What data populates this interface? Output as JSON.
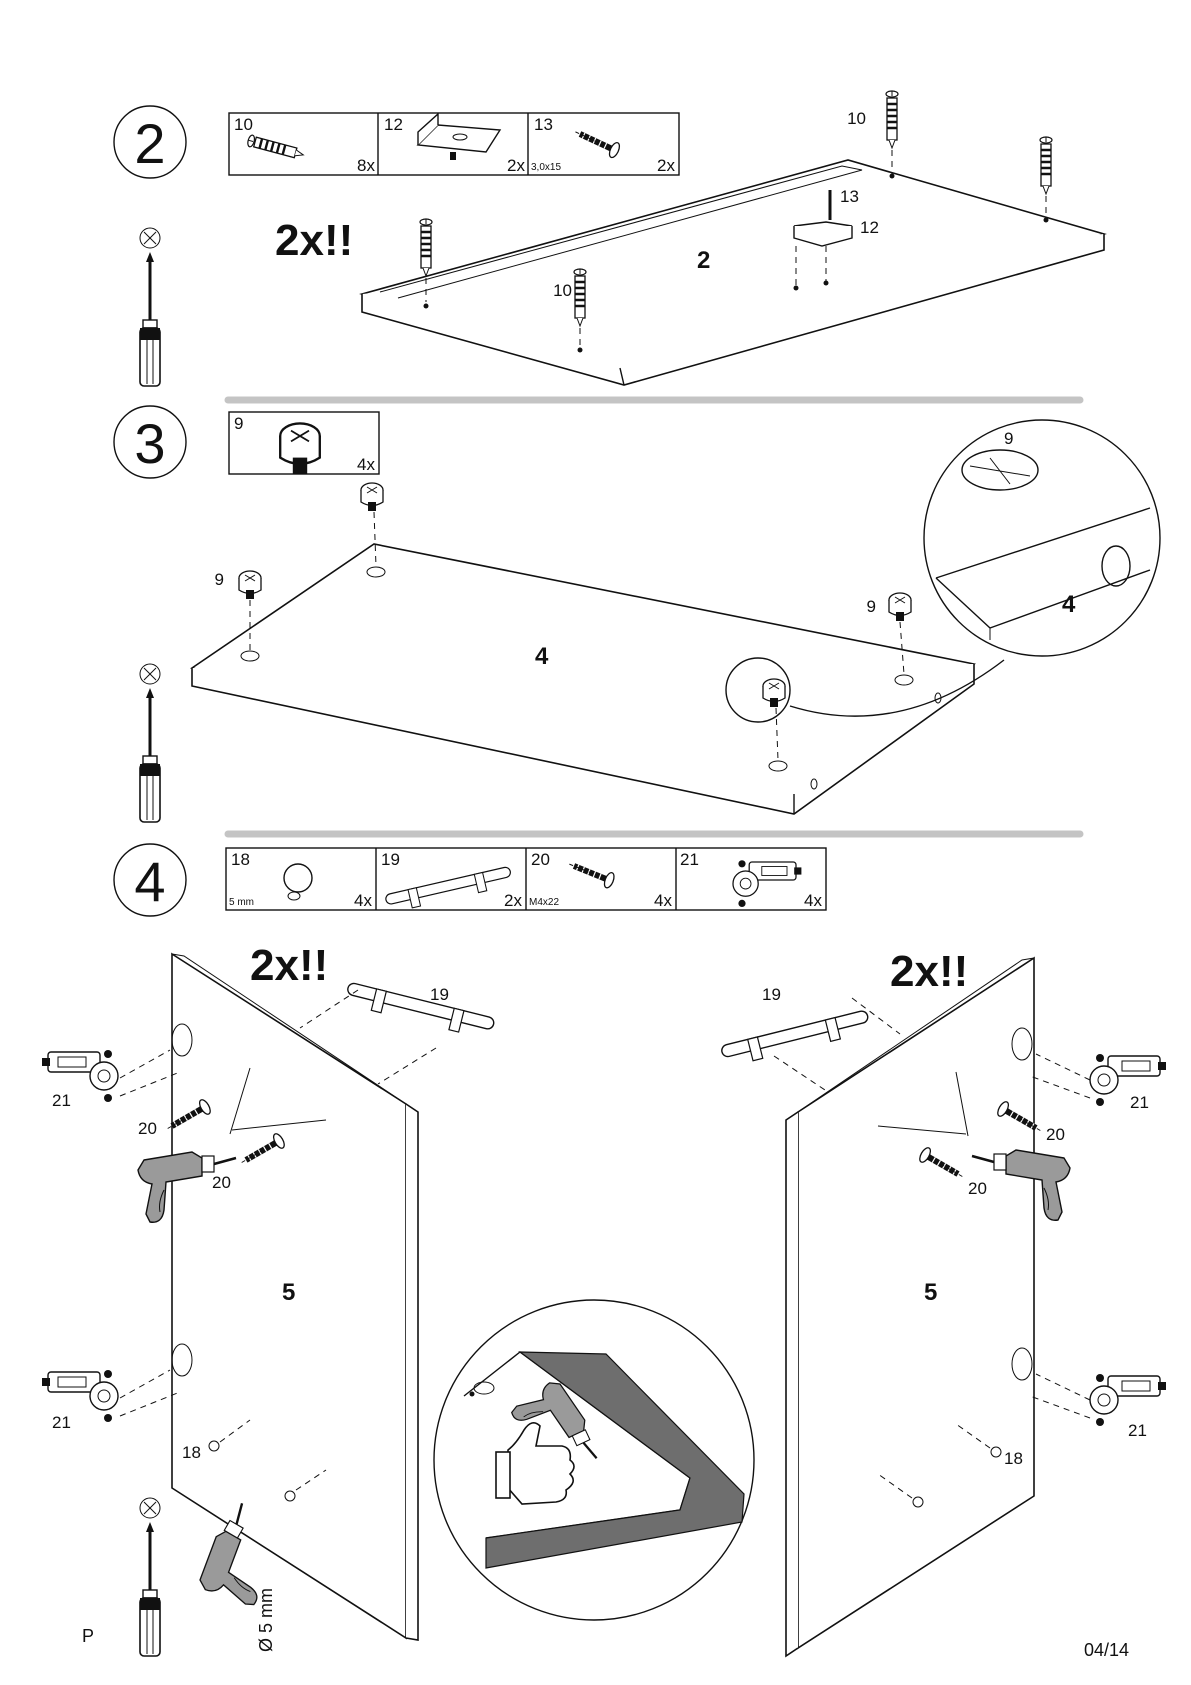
{
  "steps": [
    {
      "number": "2",
      "parts": [
        {
          "id": "10",
          "qty": "8x",
          "spec": ""
        },
        {
          "id": "12",
          "qty": "2x",
          "spec": ""
        },
        {
          "id": "13",
          "qty": "2x",
          "spec": "3,0x15"
        }
      ],
      "repeat_note": "2x!!",
      "board_label": "2",
      "callouts": [
        "10",
        "10",
        "13",
        "12"
      ]
    },
    {
      "number": "3",
      "parts": [
        {
          "id": "9",
          "qty": "4x",
          "spec": ""
        }
      ],
      "board_label": "4",
      "callouts": [
        "9",
        "9",
        "9"
      ],
      "zoom": {
        "part": "9",
        "board_label": "4"
      }
    },
    {
      "number": "4",
      "parts": [
        {
          "id": "18",
          "qty": "4x",
          "spec": "5 mm"
        },
        {
          "id": "19",
          "qty": "2x",
          "spec": ""
        },
        {
          "id": "20",
          "qty": "4x",
          "spec": "M4x22"
        },
        {
          "id": "21",
          "qty": "4x",
          "spec": ""
        }
      ],
      "left_panel": {
        "repeat_note": "2x!!",
        "board_label": "5",
        "callouts": {
          "handle": "19",
          "hinge_top": "21",
          "screw_a": "20",
          "screw_b": "20",
          "hinge_bottom": "21",
          "knob": "18"
        }
      },
      "right_panel": {
        "repeat_note": "2x!!",
        "board_label": "5",
        "callouts": {
          "handle": "19",
          "hinge_top": "21",
          "screw_a": "20",
          "screw_b": "20",
          "hinge_bottom": "21",
          "knob": "18"
        }
      }
    }
  ],
  "tools": {
    "drill_bit": "Ø 5 mm"
  },
  "footer": {
    "language_code": "P",
    "page": "04/14"
  },
  "icons": [
    "screwdriver-icon",
    "drill-icon",
    "thumbs-up-icon",
    "cam-lock-icon",
    "dowel-icon",
    "hinge-icon",
    "bar-handle-icon",
    "screw-icon",
    "knob-icon",
    "bracket-icon"
  ]
}
